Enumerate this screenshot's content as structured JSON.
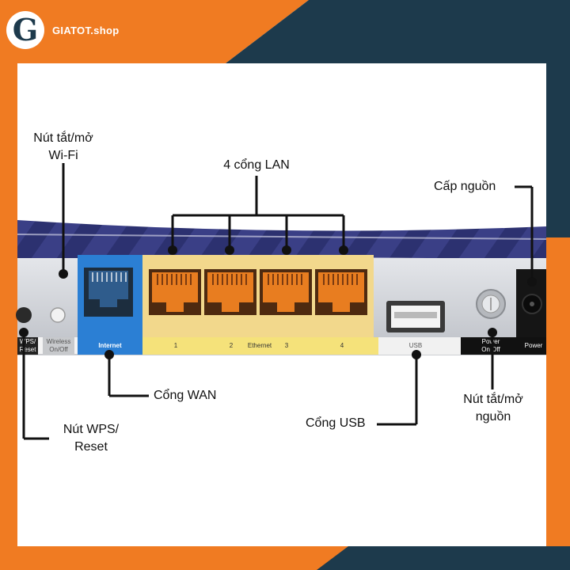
{
  "brand": {
    "name": "GIATOT.shop",
    "logo_letter": "G",
    "colors": {
      "orange": "#f07b22",
      "navy": "#1d3a4c",
      "lan_yellow": "#f5e27a",
      "wan_blue": "#2b7fd4"
    }
  },
  "router_labels": {
    "wps_reset": "WPS/\nReset",
    "wireless": "Wireless\nOn/Off",
    "internet": "Internet",
    "lan1": "1",
    "lan2": "2",
    "ethernet": "Ethernet",
    "lan3": "3",
    "lan4": "4",
    "usb": "USB",
    "power_onoff": "Power\nOn Off",
    "power": "Power"
  },
  "callouts": {
    "wifi_button": "Nút tắt/mở\nWi-Fi",
    "lan_ports": "4 cổng LAN",
    "power_input": "Cấp nguồn",
    "wan_port": "Cổng WAN",
    "wps_reset": "Nút WPS/\nReset",
    "usb_port": "Cổng USB",
    "power_button": "Nút tắt/mở\nnguồn"
  }
}
